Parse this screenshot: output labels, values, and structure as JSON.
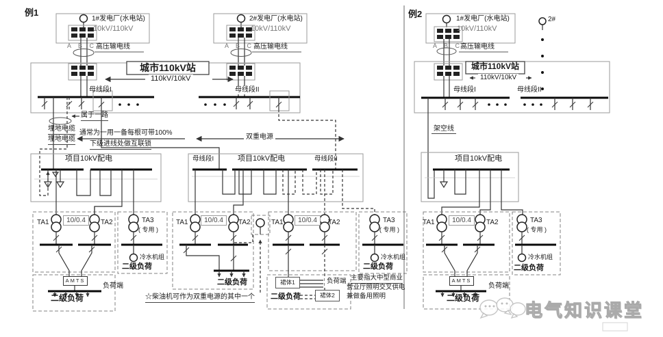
{
  "common": {
    "ta1": "TA1",
    "ta2": "TA2",
    "ta3": "TA3",
    "lv_ratio": "10/0.4",
    "dedicated": "( 专用 )",
    "chiller": "冷水机组",
    "secondary_load": "二级负荷",
    "amts": "AMTS",
    "load_end": "负荷端",
    "dist_title": "项目10kV配电",
    "bus_i": "母线段I",
    "bus_ii": "母线段II",
    "phases": "A B C",
    "hv_line": "高压输电线",
    "station_title": "城市110kV站",
    "station_ratio": "110kV/10kV",
    "gen_ratio": "10kV/110kV"
  },
  "example1": {
    "label": "例1",
    "gen1_title": "1#发电厂(水电站)",
    "gen2_title": "2#发电厂(水电站)",
    "one_route": "属于一路",
    "buried_cable_1": "埋地电缆",
    "buried_cable_2": "埋地电缆",
    "usage_note_1": "通常为一用一备每根可带100%",
    "usage_note_2": "下级进线处做互联锁",
    "dual_source": "双重电源",
    "diesel_note": "☆柴油机可作为双重电源的其中一个",
    "podium_1": "裙体1",
    "podium_2": "裙体2",
    "load_note_1": "主要指大中型商业",
    "load_note_2": "营业厅照明交叉供电",
    "load_note_3": "兼做备用照明"
  },
  "example2": {
    "label": "例2",
    "gen1_title": "1#发电厂(水电站)",
    "gen2_label": "2#",
    "overhead_line": "架空线"
  },
  "watermark": {
    "text": "电气知识课堂"
  }
}
